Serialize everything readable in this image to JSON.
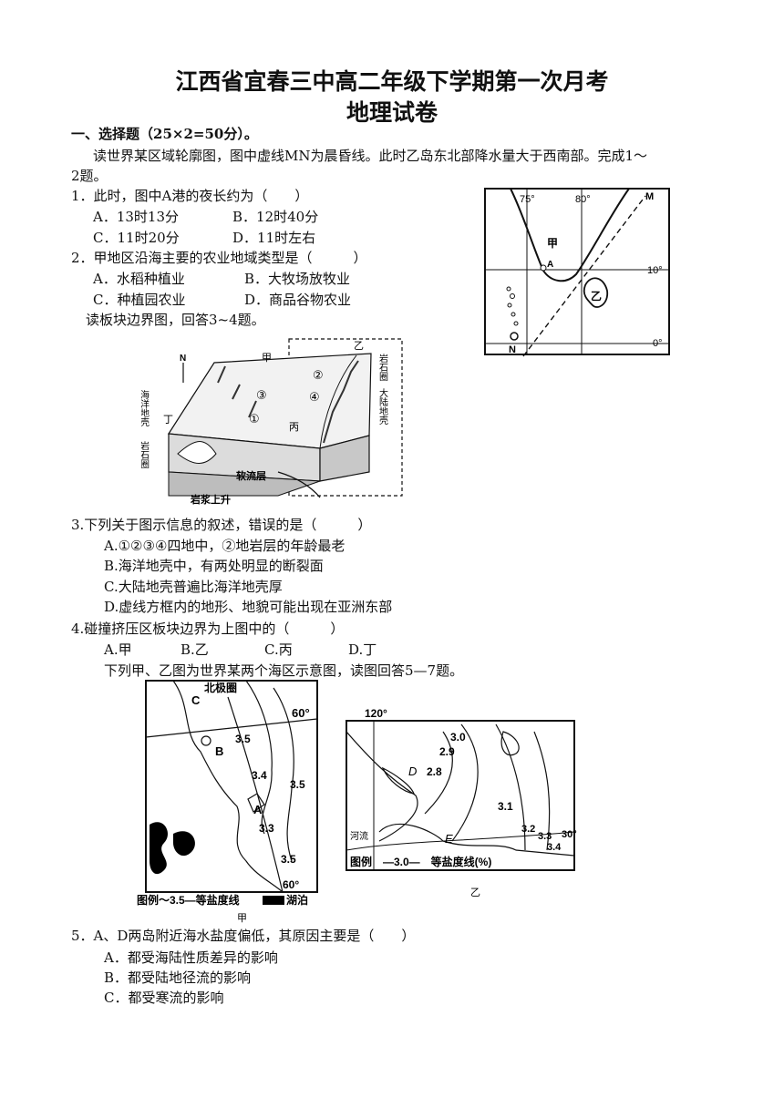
{
  "header": {
    "title_line1": "江西省宜春三中高二年级下学期第一次月考",
    "title_line2": "地理试卷"
  },
  "section1": {
    "heading": "一、选择题（25×2=50分）。",
    "intro1_line1": "读世界某区域轮廓图，图中虚线MN为晨昏线。此时乙岛东北部降水量大于西南部。完成1～",
    "intro1_line2": "2题。"
  },
  "questions": {
    "q1": {
      "stem": "1．此时，图中A港的夜长约为（　　）",
      "a": "A．13时13分",
      "b": "B．12时40分",
      "c": "C．11时20分",
      "d": "D．11时左右"
    },
    "q2": {
      "stem": "2．甲地区沿海主要的农业地域类型是（　　　）",
      "a": "A．水稻种植业",
      "b": "B．大牧场放牧业",
      "c": "C．种植园农业",
      "d": "D．商品谷物农业"
    },
    "intro2": "读板块边界图，回答3~4题。",
    "q3": {
      "stem": "3.下列关于图示信息的叙述，错误的是（　　　）",
      "a": "A.①②③④四地中，②地岩层的年龄最老",
      "b": "B.海洋地壳中，有两处明显的断裂面",
      "c": "C.大陆地壳普遍比海洋地壳厚",
      "d": "D.虚线方框内的地形、地貌可能出现在亚洲东部"
    },
    "q4": {
      "stem": "4.碰撞挤压区板块边界为上图中的（　　　）",
      "a": "A.甲",
      "b": "B.乙",
      "c": "C.丙",
      "d": "D.丁"
    },
    "intro3": "下列甲、乙图为世界某两个海区示意图，读图回答5—7题。",
    "q5": {
      "stem": "5．A、D两岛附近海水盐度偏低，其原因主要是（　　）",
      "a": "A．都受海陆性质差异的影响",
      "b": "B．都受陆地径流的影响",
      "c": "C．都受寒流的影响"
    }
  },
  "map1": {
    "lon1": "75°",
    "lon2": "80°",
    "lat1": "10°",
    "lat2": "0°",
    "label_jia": "甲",
    "label_yi": "乙",
    "label_a": "A",
    "label_m": "M",
    "label_n": "N"
  },
  "block": {
    "north": "N",
    "jia": "甲",
    "yi": "乙",
    "bing": "丙",
    "ding": "丁",
    "c1": "①",
    "c2": "②",
    "c3": "③",
    "c4": "④",
    "ocean": "海洋地壳",
    "lith_left": "岩石圈",
    "lith_right": "岩石圈",
    "continent": "大陆地壳",
    "astheno": "软流层",
    "magma": "岩浆上升"
  },
  "map_jia": {
    "arctic": "北极圈",
    "c": "C",
    "b": "B",
    "a": "A",
    "lat60a": "60°",
    "lat60b": "60°",
    "s35a": "3.5",
    "s34": "3.4",
    "s35b": "3.5",
    "s33": "3.3",
    "s35c": "3.5",
    "legend": "图例～3.5—等盐度线",
    "lake": "湖泊",
    "caption": "甲"
  },
  "map_yi": {
    "lon120": "120°",
    "s30": "3.0",
    "s29": "2.9",
    "s28": "2.8",
    "d": "D",
    "s31": "3.1",
    "e": "E",
    "s32": "3.2",
    "s33": "3.3",
    "s34": "3.4",
    "lat30": "30°",
    "river": "河流",
    "legend": "图例　—3.0—　等盐度线(%)",
    "caption": "乙"
  },
  "colors": {
    "text": "#111111",
    "lake": "#000000"
  }
}
